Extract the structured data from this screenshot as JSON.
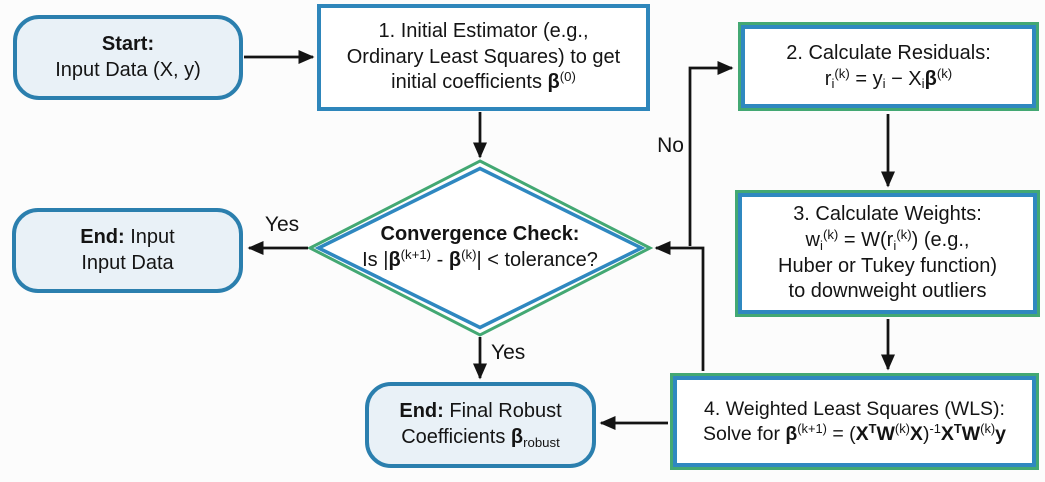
{
  "colors": {
    "box_border_blue": "#2e86bb",
    "box_border_green": "#43a873",
    "pill_fill": "#e9f1f7",
    "arrow_black": "#141414",
    "background": "#fcfcfc"
  },
  "nodes": {
    "start": {
      "shape": "rounded",
      "lines": [
        [
          {
            "t": "Start:",
            "c": "b"
          }
        ],
        [
          {
            "t": "Input Data (X, y)"
          }
        ]
      ]
    },
    "step1": {
      "shape": "rect",
      "lines": [
        [
          {
            "t": "1. Initial Estimator (e.g.,"
          }
        ],
        [
          {
            "t": "Ordinary Least Squares) to get"
          }
        ],
        [
          {
            "t": "initial coefficients "
          },
          {
            "t": "β",
            "c": "b"
          },
          {
            "t": "(0)",
            "c": "sup"
          }
        ]
      ]
    },
    "step2": {
      "shape": "rect",
      "lines": [
        [
          {
            "t": "2. Calculate Residuals:"
          }
        ],
        [
          {
            "t": "r"
          },
          {
            "t": "i",
            "c": "sub"
          },
          {
            "t": "(k)",
            "c": "sup"
          },
          {
            "t": " = y"
          },
          {
            "t": "i",
            "c": "sub"
          },
          {
            "t": " − X"
          },
          {
            "t": "i",
            "c": "sub"
          },
          {
            "t": "β",
            "c": "b"
          },
          {
            "t": "(k)",
            "c": "sup"
          }
        ]
      ]
    },
    "step3": {
      "shape": "rect",
      "lines": [
        [
          {
            "t": "3. Calculate Weights:"
          }
        ],
        [
          {
            "t": "w"
          },
          {
            "t": "i",
            "c": "sub"
          },
          {
            "t": "(k)",
            "c": "sup"
          },
          {
            "t": " = W(r"
          },
          {
            "t": "i",
            "c": "sub"
          },
          {
            "t": "(k)",
            "c": "sup"
          },
          {
            "t": ") (e.g.,"
          }
        ],
        [
          {
            "t": "Huber or Tukey function)"
          }
        ],
        [
          {
            "t": "to downweight outliers"
          }
        ]
      ]
    },
    "step4": {
      "shape": "rect",
      "lines": [
        [
          {
            "t": "4. Weighted Least Squares (WLS):"
          }
        ],
        [
          {
            "t": "Solve for "
          },
          {
            "t": "β",
            "c": "b"
          },
          {
            "t": "(k+1)",
            "c": "sup"
          },
          {
            "t": " = ("
          },
          {
            "t": "X",
            "c": "b"
          },
          {
            "t": "T",
            "c": "sup b"
          },
          {
            "t": "W",
            "c": "b"
          },
          {
            "t": "(k)",
            "c": "sup"
          },
          {
            "t": "X",
            "c": "b"
          },
          {
            "t": ")"
          },
          {
            "t": "-1",
            "c": "sup"
          },
          {
            "t": "X",
            "c": "b"
          },
          {
            "t": "T",
            "c": "sup b"
          },
          {
            "t": "W",
            "c": "b"
          },
          {
            "t": "(k)",
            "c": "sup"
          },
          {
            "t": "y",
            "c": "b"
          }
        ]
      ]
    },
    "decision": {
      "shape": "diamond",
      "lines": [
        [
          {
            "t": "Convergence Check:",
            "c": "b"
          }
        ],
        [
          {
            "t": "Is |"
          },
          {
            "t": "β",
            "c": "b"
          },
          {
            "t": "(k+1)",
            "c": "sup"
          },
          {
            "t": " - "
          },
          {
            "t": "β",
            "c": "b"
          },
          {
            "t": "(k)",
            "c": "sup"
          },
          {
            "t": "| < tolerance?"
          }
        ]
      ]
    },
    "end_left": {
      "shape": "rounded",
      "lines": [
        [
          {
            "t": "End:",
            "c": "b"
          },
          {
            "t": " Input"
          }
        ],
        [
          {
            "t": "Input Data"
          }
        ]
      ]
    },
    "end_final": {
      "shape": "rounded",
      "lines": [
        [
          {
            "t": "End:",
            "c": "b"
          },
          {
            "t": " Final Robust"
          }
        ],
        [
          {
            "t": "Coefficients "
          },
          {
            "t": "β",
            "c": "b"
          },
          {
            "t": "robust",
            "c": "sub"
          }
        ]
      ]
    }
  },
  "labels": {
    "yes_to_end": "Yes",
    "yes_to_final": "Yes",
    "no_loop": "No"
  }
}
